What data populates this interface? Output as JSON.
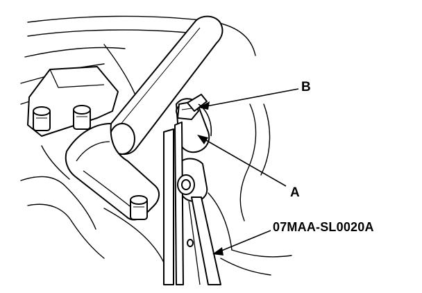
{
  "diagram": {
    "callouts": {
      "b": "B",
      "a": "A",
      "tool": "07MAA-SL0020A"
    },
    "colors": {
      "ink": "#000000",
      "paper": "#ffffff"
    }
  }
}
